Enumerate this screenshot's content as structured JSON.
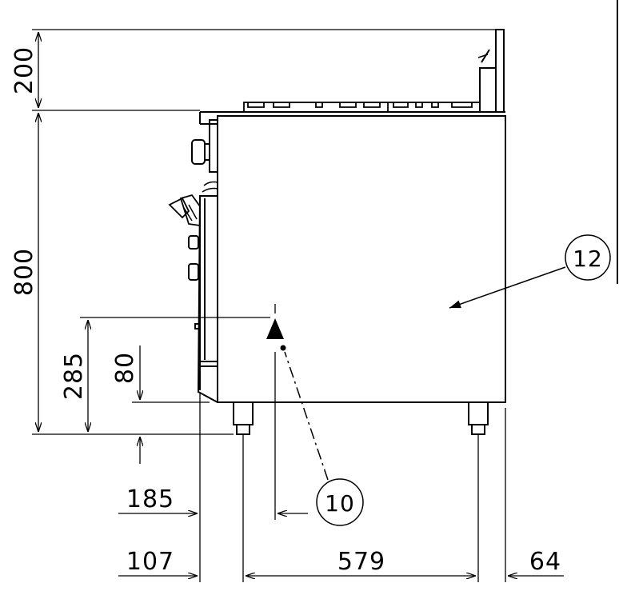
{
  "dimensions": {
    "height_top": "200",
    "height_body": "800",
    "height_285": "285",
    "height_80": "80",
    "depth_185": "185",
    "depth_107": "107",
    "depth_579": "579",
    "depth_64": "64"
  },
  "callouts": {
    "body_panel": "12",
    "center_mark": "10"
  },
  "colors": {
    "ink": "#000000",
    "paper": "#ffffff"
  }
}
